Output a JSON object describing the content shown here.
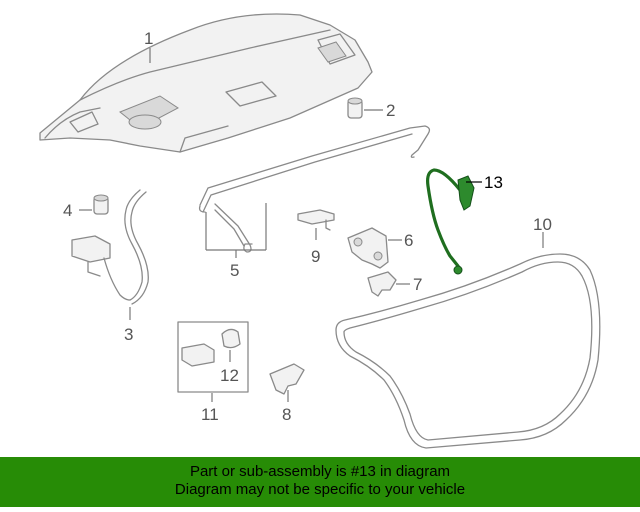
{
  "diagram": {
    "callouts": {
      "c1": "1",
      "c2": "2",
      "c3": "3",
      "c4": "4",
      "c5": "5",
      "c6": "6",
      "c7": "7",
      "c8": "8",
      "c9": "9",
      "c10": "10",
      "c11": "11",
      "c12": "12",
      "c13": "13"
    },
    "highlight_color": "#1f6e1f"
  },
  "banner": {
    "line1": "Part or sub-assembly is #13 in diagram",
    "line2": "Diagram may not be specific to your vehicle",
    "background": "#278c06"
  }
}
